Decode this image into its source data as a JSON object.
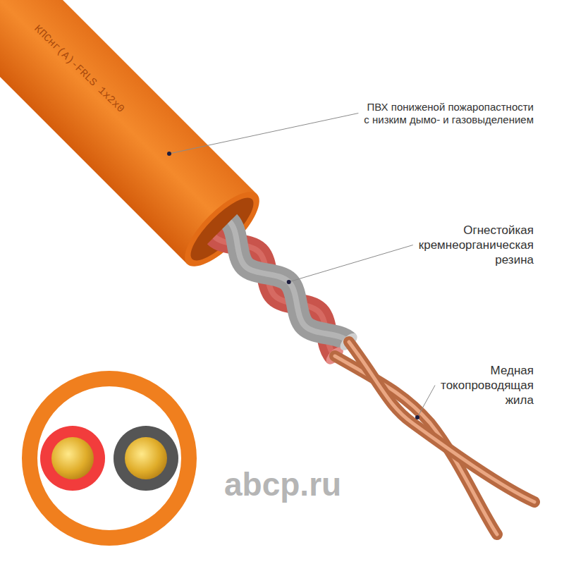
{
  "diagram": {
    "labels": [
      "КПСнг(А)-FRLS 1х2х0",
      "ПВХ пониженой пожаропастности с низким дымо- и газовыделением",
      "Огнестойкая кремнеорганическая резина",
      "Медная токопроводящая жила",
      "abcp.ru"
    ]
  }
}
